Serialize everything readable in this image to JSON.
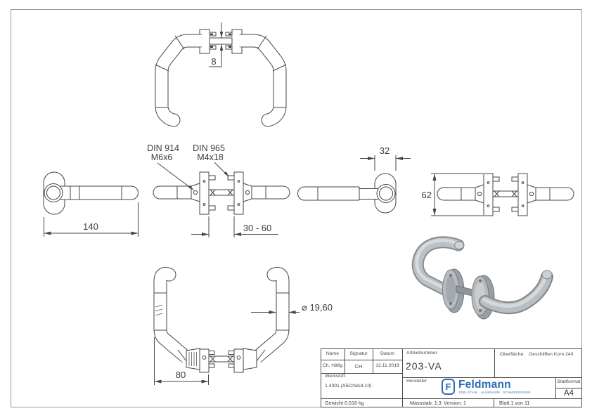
{
  "drawing": {
    "dim_spindle_square": "8",
    "dim_handle_length": "140",
    "din_914_line1": "DIN 914",
    "din_914_line2": "M6x6",
    "din_965_line1": "DIN 965",
    "din_965_line2": "M4x18",
    "dim_door_thickness_range": "30 - 60",
    "dim_rosette_width": "32",
    "dim_rosette_height": "62",
    "dim_grip_projection": "80",
    "dim_tube_diameter": "⌀ 19,60"
  },
  "title_block": {
    "name_label": "Name",
    "signature_label": "Signatur",
    "date_label": "Datum",
    "name_value": "Ch. Häfig",
    "signature_value": "CH",
    "date_value": "12.11.2019",
    "article_label": "Artikelnummer",
    "article_value": "203-VA",
    "surface_label": "Oberfläche:",
    "surface_value": "Geschliffen Korn 240",
    "material_label": "Werkstoff:",
    "material_value": "1.4301 (X5CrNi18-10)",
    "manufacturer_label": "Hersteller",
    "brand_initial": "F",
    "brand_name": "Feldmann",
    "brand_tagline": "EDELSTAHL · ALUMINIUM · SCHMIEDEEISEN",
    "format_label": "Blattformat",
    "format_value": "A4",
    "weight_text": "Gewicht 0,516 kg",
    "scale_text": "Massstab: 1:3",
    "version_text": "Version: 1",
    "sheet_text": "Blatt 1 von 11"
  },
  "colors": {
    "line": "#454545",
    "brand_blue": "#2a6cb3"
  }
}
